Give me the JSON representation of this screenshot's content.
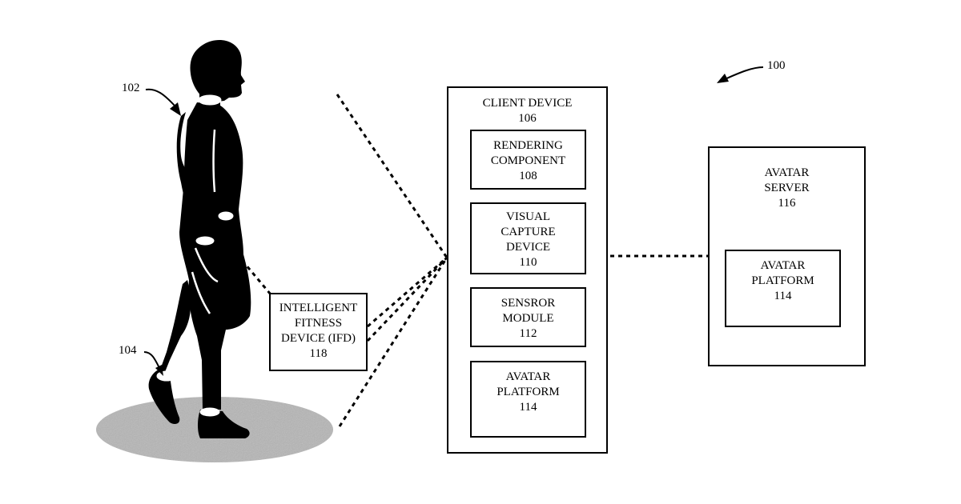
{
  "figure": {
    "ref_system": "100",
    "ref_user": "102",
    "ref_ankle_sensor": "104"
  },
  "client_device": {
    "title": "CLIENT DEVICE\n106",
    "components": [
      {
        "label": "RENDERING\nCOMPONENT\n108"
      },
      {
        "label": "VISUAL\nCAPTURE\nDEVICE\n110"
      },
      {
        "label": "SENSROR\nMODULE\n112"
      },
      {
        "label": "AVATAR\nPLATFORM\n114"
      }
    ]
  },
  "ifd": {
    "label": "INTELLIGENT\nFITNESS\nDEVICE (IFD)\n118"
  },
  "avatar_server": {
    "title": "AVATAR\nSERVER\n116",
    "platform_label": "AVATAR\nPLATFORM\n114"
  },
  "colors": {
    "line": "#000000",
    "floor": "#b3b3b3",
    "figure": "#000000",
    "sensor": "#ffffff"
  }
}
